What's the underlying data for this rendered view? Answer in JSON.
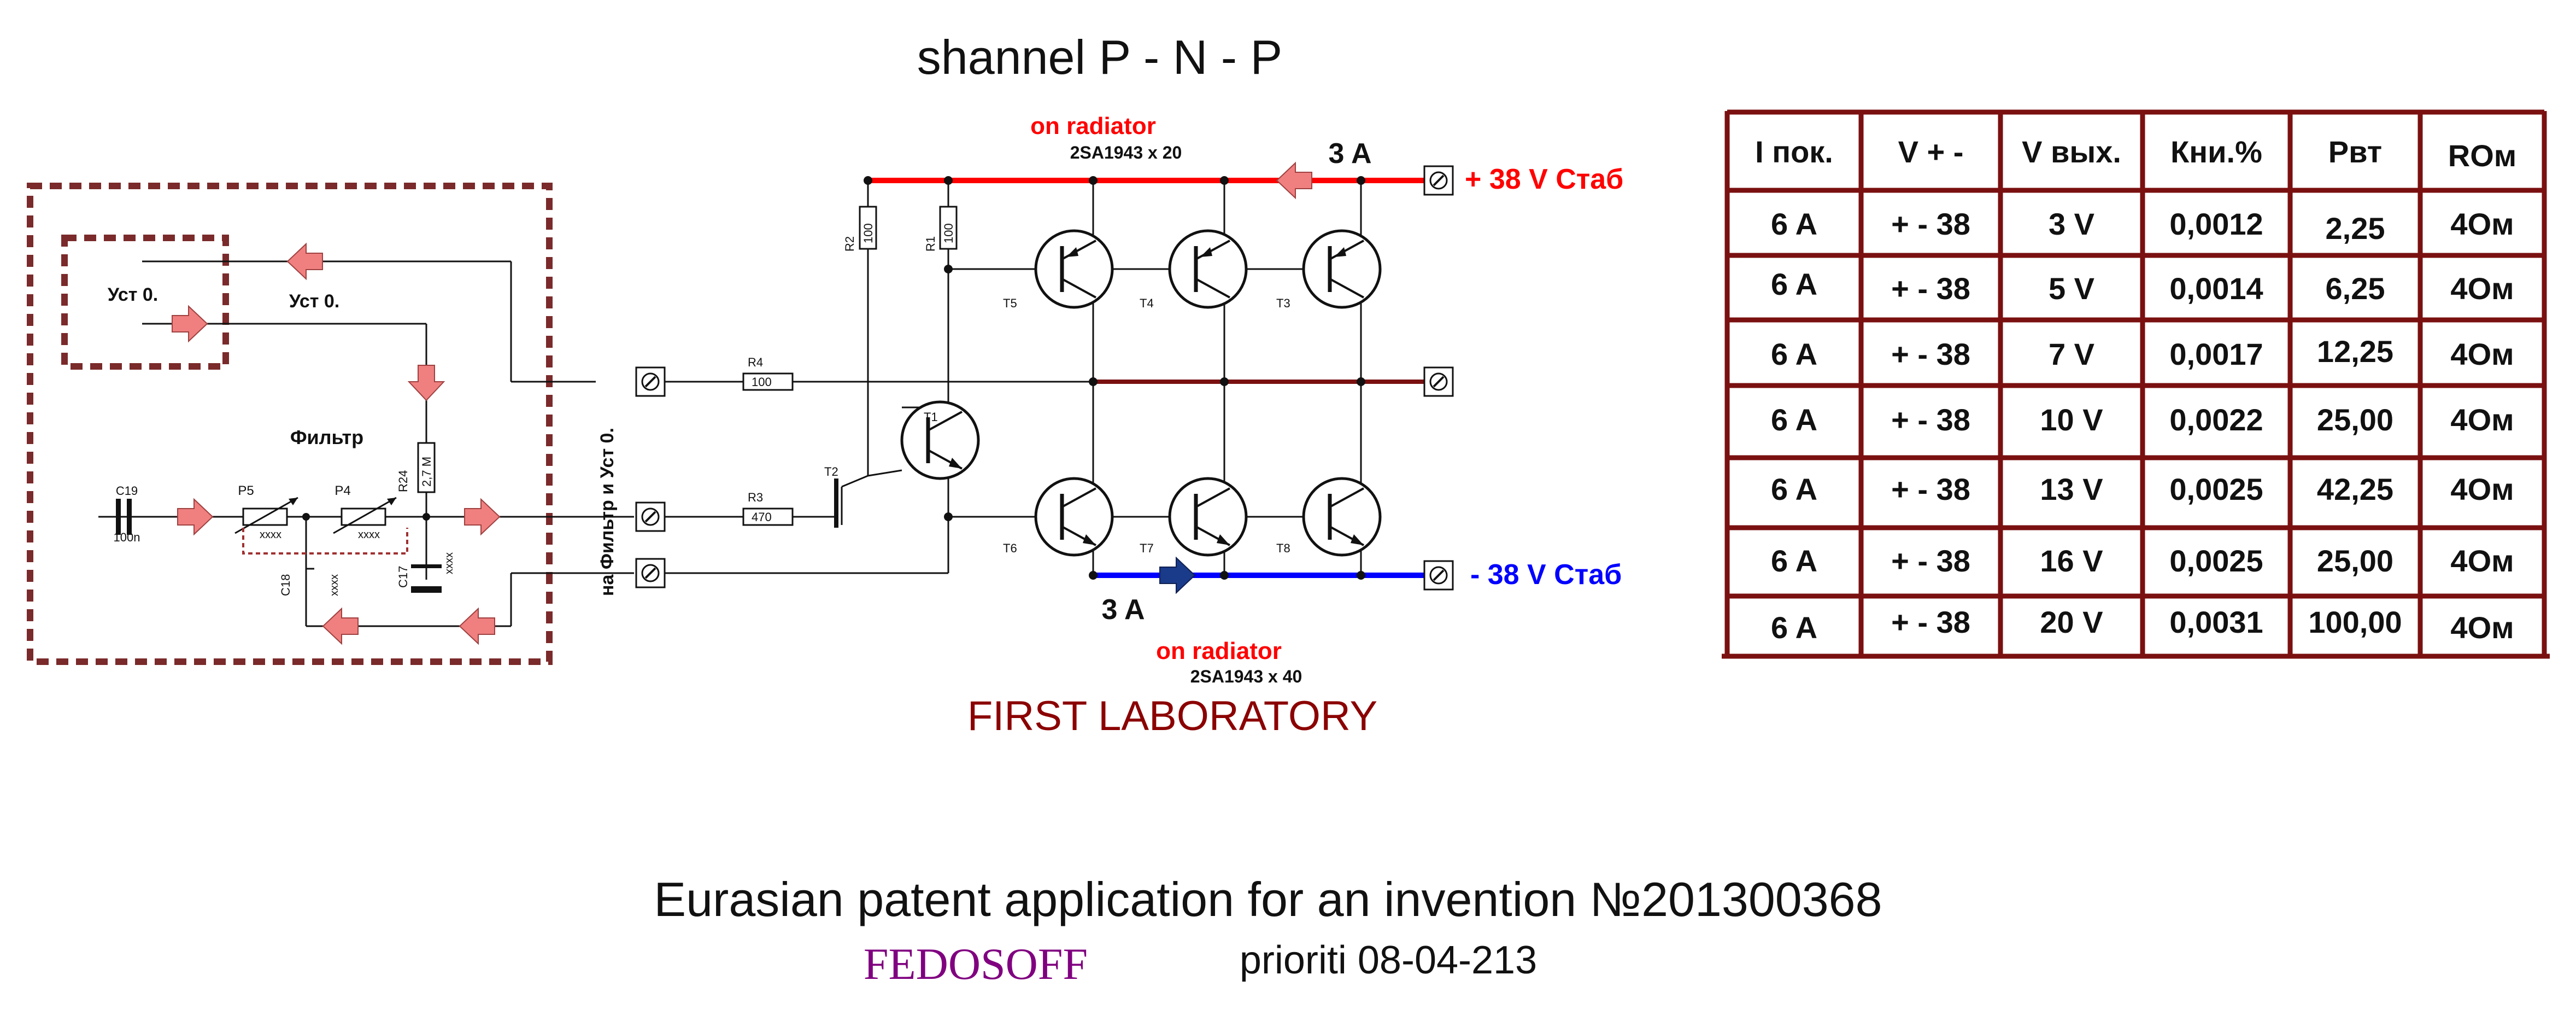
{
  "title": "shannel P - N - P",
  "top_rail": {
    "heading": "on radiator",
    "part": "2SA1943 x 20",
    "current": "3 A",
    "voltage": "+ 38 V Стаб",
    "color": "#ff0000"
  },
  "bottom_rail": {
    "heading": "on radiator",
    "part": "2SA1943 x 40",
    "current": "3 A",
    "voltage": "- 38 V Стаб",
    "color": "#0000ff"
  },
  "brand": "FIRST LABORATORY",
  "input_block": {
    "ust_inner": "Уст 0.",
    "ust_outer": "Уст 0.",
    "filter": "Фильтр",
    "side_label": "на Фильтр и Уст 0."
  },
  "components": {
    "C19": "C19",
    "C19_value": "100n",
    "P5": "P5",
    "P5_value": "xxxx",
    "P4": "P4",
    "P4_value": "xxxx",
    "C18": "C18",
    "C18_value": "xxxx",
    "C17": "C17",
    "C17_value": "xxxx",
    "R24": "R24",
    "R24_value": "2,7 M",
    "R4": "R4",
    "R4_value": "100",
    "R3": "R3",
    "R3_value": "470",
    "R2": "R2",
    "R2_value": "100",
    "R1": "R1",
    "R1_value": "100",
    "T1": "T1",
    "T2": "T2",
    "T3": "T3",
    "T4": "T4",
    "T5": "T5",
    "T6": "T6",
    "T7": "T7",
    "T8": "T8"
  },
  "table": {
    "headers": [
      "I пок.",
      "V + -",
      "V вых.",
      "Кни.%",
      "Рвт",
      "RОм"
    ],
    "rows": [
      [
        "6 A",
        "+ - 38",
        "3 V",
        "0,0012",
        "2,25",
        "4Ом"
      ],
      [
        "6 A",
        "+ - 38",
        "5 V",
        "0,0014",
        "6,25",
        "4Ом"
      ],
      [
        "6 A",
        "+ - 38",
        "7 V",
        "0,0017",
        "12,25",
        "4Ом"
      ],
      [
        "6 A",
        "+ - 38",
        "10 V",
        "0,0022",
        "25,00",
        "4Ом"
      ],
      [
        "6 A",
        "+ - 38",
        "13 V",
        "0,0025",
        "42,25",
        "4Ом"
      ],
      [
        "6 A",
        "+ - 38",
        "16 V",
        "0,0025",
        "25,00",
        "4Ом"
      ],
      [
        "6 A",
        "+ - 38",
        "20 V",
        "0,0031",
        "100,00",
        "4Ом"
      ]
    ]
  },
  "footer": {
    "patent": "Eurasian patent application for an invention №201300368",
    "author": "FEDOSOFF",
    "priority": "prioriti 08-04-213"
  },
  "colors": {
    "frame": "#7a2a2a",
    "arrow": "#f08080",
    "brand": "#8b0000",
    "author": "#800080",
    "table_border": "#7a1010",
    "blue_arrow": "#1a3a8a"
  }
}
